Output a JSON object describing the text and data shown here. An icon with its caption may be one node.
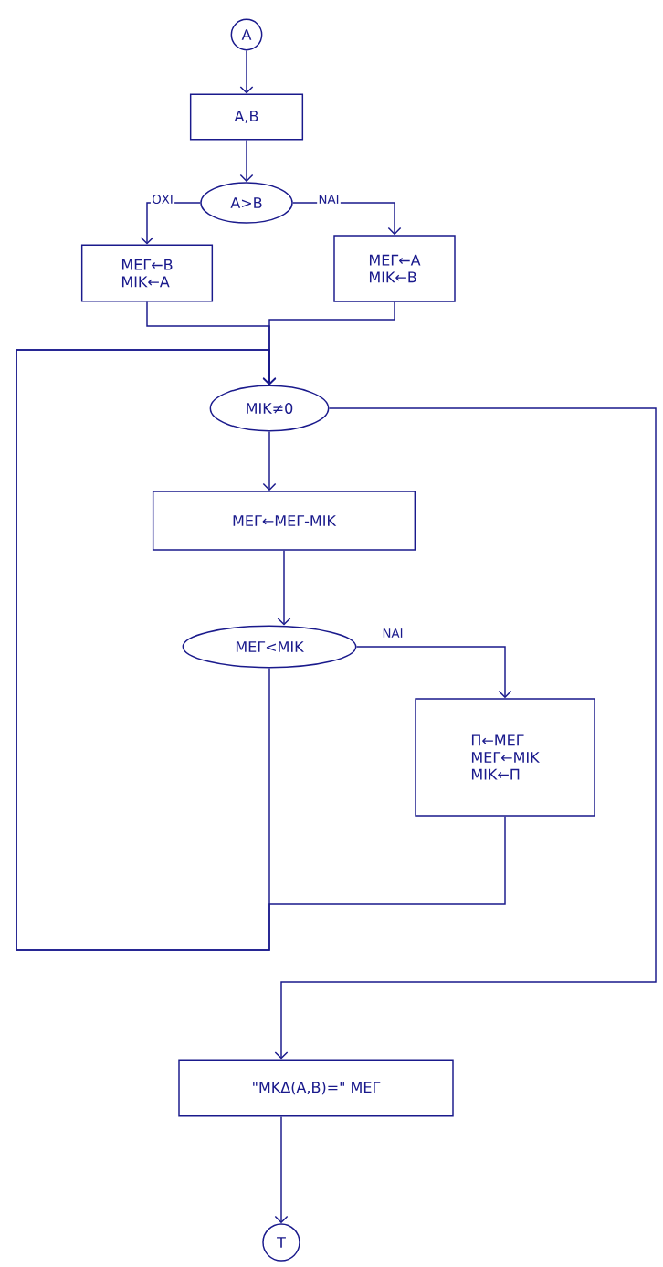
{
  "diagram": {
    "nodes": [
      {
        "text": [
          "Α"
        ]
      },
      {
        "text": [
          "Α,Β"
        ]
      },
      {
        "text": [
          "Α>Β"
        ]
      },
      {
        "text": [
          "ΜΕΓ←Β",
          "ΜΙΚ←Α"
        ]
      },
      {
        "text": [
          "ΜΕΓ←Α",
          "ΜΙΚ←Β"
        ]
      },
      {
        "text": [
          "ΜΙΚ≠0"
        ]
      },
      {
        "text": [
          "ΜΕΓ←ΜΕΓ-ΜΙΚ"
        ]
      },
      {
        "text": [
          "ΜΕΓ<ΜΙΚ"
        ]
      },
      {
        "text": [
          "Π←ΜΕΓ",
          "ΜΕΓ←ΜΙΚ",
          "ΜΙΚ←Π"
        ]
      },
      {
        "text": [
          "\"ΜΚΔ(Α,Β)=\" ΜΕΓ"
        ]
      },
      {
        "text": [
          "Τ"
        ]
      }
    ],
    "edges": [
      {
        "from": 0,
        "to": 1,
        "arrow": "to"
      },
      {
        "from": 1,
        "to": 2,
        "arrow": "to"
      },
      {
        "from": 2,
        "to": 3,
        "arrow": "to",
        "label": "ΟΧΙ"
      },
      {
        "from": 2,
        "to": 4,
        "arrow": "to",
        "label": "ΝΑΙ"
      },
      {
        "from": 3,
        "to": 5,
        "arrow": "to"
      },
      {
        "from": 4,
        "to": 5,
        "arrow": "to"
      },
      {
        "from": 5,
        "to": 6,
        "arrow": "to"
      },
      {
        "from": 6,
        "to": 7,
        "arrow": "to"
      },
      {
        "from": 7,
        "to": 8,
        "arrow": "to",
        "label": "ΝΑΙ"
      },
      {
        "from": 8,
        "to": 5,
        "arrow": "to"
      },
      {
        "from": 7,
        "to": 5,
        "arrow": "to"
      },
      {
        "from": 5,
        "to": 9,
        "arrow": "to"
      },
      {
        "from": 9,
        "to": 10,
        "arrow": "to"
      }
    ]
  }
}
